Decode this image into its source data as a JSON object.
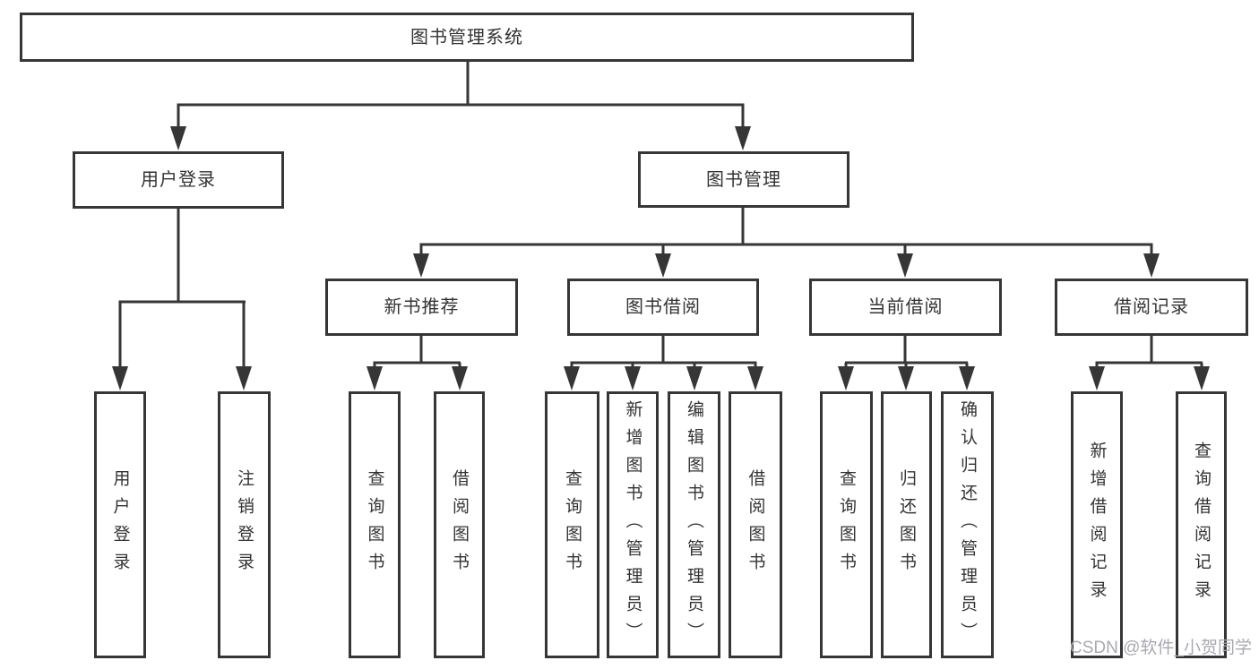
{
  "tree": {
    "root": {
      "label": "图书管理系统"
    },
    "branches": [
      {
        "label": "用户登录",
        "children": [
          {
            "label": "用户登录"
          },
          {
            "label": "注销登录"
          }
        ]
      },
      {
        "label": "图书管理",
        "children": [
          {
            "label": "新书推荐",
            "children": [
              {
                "label": "查询图书"
              },
              {
                "label": "借阅图书"
              }
            ]
          },
          {
            "label": "图书借阅",
            "children": [
              {
                "label": "查询图书"
              },
              {
                "label": "新增图书（管理员）"
              },
              {
                "label": "编辑图书（管理员）"
              },
              {
                "label": "借阅图书"
              }
            ]
          },
          {
            "label": "当前借阅",
            "children": [
              {
                "label": "查询图书"
              },
              {
                "label": "归还图书"
              },
              {
                "label": "确认归还（管理员）"
              }
            ]
          },
          {
            "label": "借阅记录",
            "children": [
              {
                "label": "新增借阅记录"
              },
              {
                "label": "查询借阅记录"
              }
            ]
          }
        ]
      }
    ]
  },
  "watermark": {
    "text": "CSDN @软件_小贺同学"
  },
  "colors": {
    "line": "#363636",
    "text": "#333333",
    "background": "#ffffff",
    "watermark": "#a9a9b0"
  }
}
